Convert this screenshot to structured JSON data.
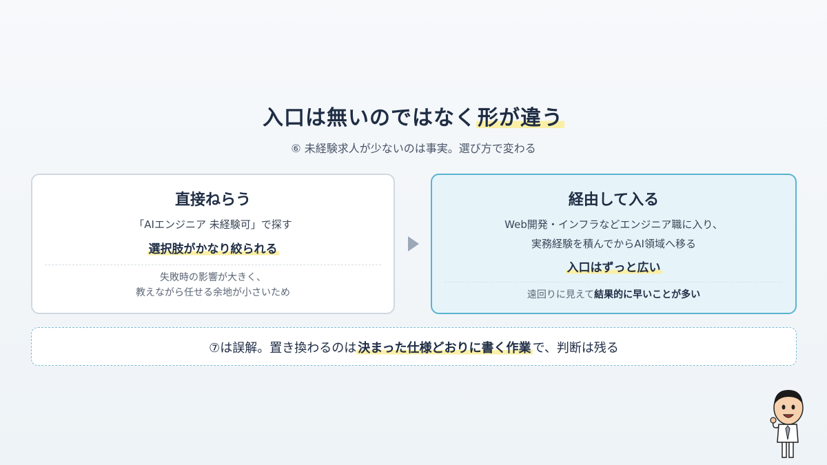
{
  "title": {
    "main": "入口は無いのではなく",
    "highlight": "形が違う"
  },
  "subtitle": "⑥ 未経験求人が少ないのは事実。選び方で変わる",
  "cards": {
    "left": {
      "heading": "直接ねらう",
      "body": "「AIエンジニア 未経験可」で探す",
      "strong": "選択肢がかなり絞られる",
      "note_line1": "失敗時の影響が大きく、",
      "note_line2": "教えながら任せる余地が小さいため"
    },
    "right": {
      "heading": "経由して入る",
      "body_line1": "Web開発・インフラなどエンジニア職に入り、",
      "body_line2": "実務経験を積んでからAI領域へ移る",
      "strong": "入口はずっと広い",
      "note_prefix": "遠回りに見えて",
      "note_strong": "結果的に早いことが多い"
    }
  },
  "note": {
    "prefix": "⑦は誤解。置き換わるのは",
    "highlight": "決まった仕様どおりに書く作業",
    "suffix": "で、判断は残る"
  },
  "colors": {
    "accent_border": "#5ab3ce",
    "highlight": "#fbefa6",
    "text_dark": "#1f2d44"
  }
}
